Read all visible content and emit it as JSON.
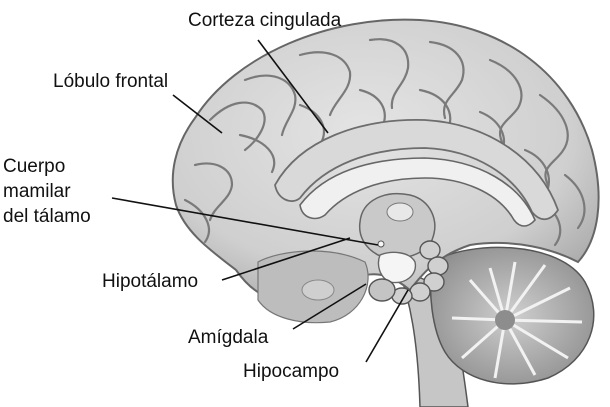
{
  "labels": {
    "corteza_cingulada": "Corteza cingulada",
    "lobulo_frontal": "Lóbulo frontal",
    "cuerpo_mamilar": [
      "Cuerpo",
      "mamilar",
      "del tálamo"
    ],
    "hipotalamo": "Hipotálamo",
    "amigdala": "Amígdala",
    "hipocampo": "Hipocampo"
  },
  "colors": {
    "brain_fill": "#d4d4d4",
    "brain_shadow": "#8a8a8a",
    "leader_line": "#111111"
  }
}
